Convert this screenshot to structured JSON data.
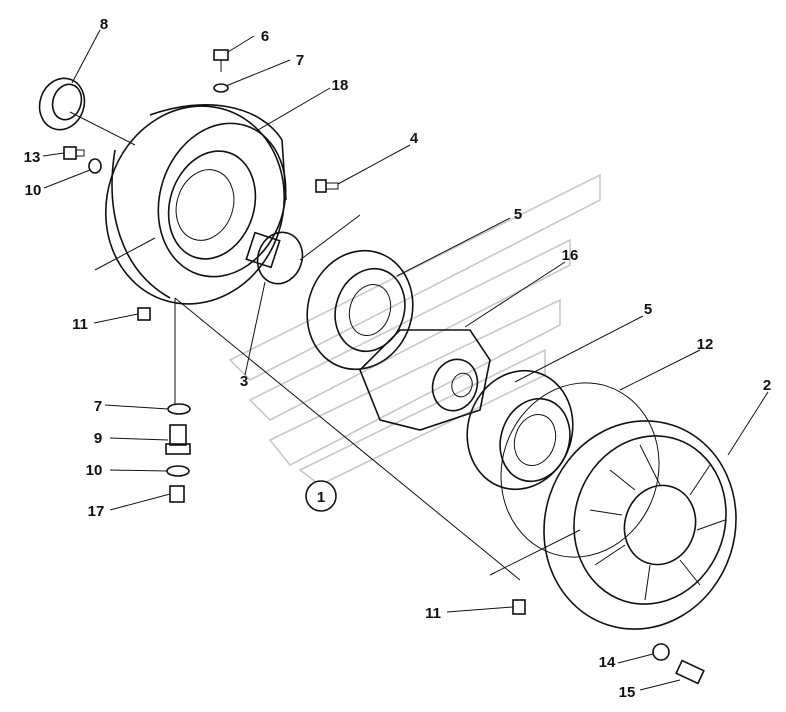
{
  "callouts": [
    {
      "id": "c8",
      "text": "8"
    },
    {
      "id": "c6",
      "text": "6"
    },
    {
      "id": "c7a",
      "text": "7"
    },
    {
      "id": "c18",
      "text": "18"
    },
    {
      "id": "c13",
      "text": "13"
    },
    {
      "id": "c10a",
      "text": "10"
    },
    {
      "id": "c4",
      "text": "4"
    },
    {
      "id": "c5a",
      "text": "5"
    },
    {
      "id": "c16",
      "text": "16"
    },
    {
      "id": "c5b",
      "text": "5"
    },
    {
      "id": "c12",
      "text": "12"
    },
    {
      "id": "c2",
      "text": "2"
    },
    {
      "id": "c11a",
      "text": "11"
    },
    {
      "id": "c3",
      "text": "3"
    },
    {
      "id": "c7b",
      "text": "7"
    },
    {
      "id": "c9",
      "text": "9"
    },
    {
      "id": "c10b",
      "text": "10"
    },
    {
      "id": "c17",
      "text": "17"
    },
    {
      "id": "c1",
      "text": "1"
    },
    {
      "id": "c11b",
      "text": "11"
    },
    {
      "id": "c14",
      "text": "14"
    },
    {
      "id": "c15",
      "text": "15"
    }
  ]
}
